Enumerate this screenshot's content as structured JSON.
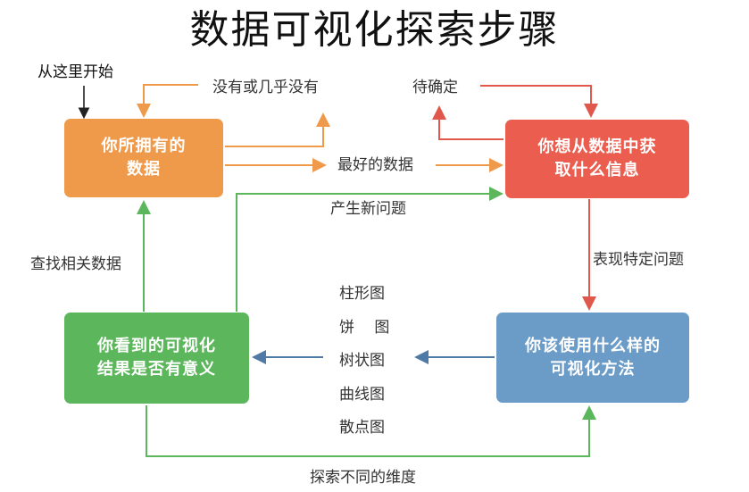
{
  "title": "数据可视化探索步骤",
  "start_label": "从这里开始",
  "boxes": {
    "data": {
      "line1": "你所拥有的",
      "line2": "数据",
      "color": "#ef9a4b"
    },
    "info": {
      "line1": "你想从数据中获",
      "line2": "取什么信息",
      "color": "#ea5d4f"
    },
    "valid": {
      "line1": "你看到的可视化",
      "line2": "结果是否有意义",
      "color": "#5cb65c"
    },
    "method": {
      "line1": "你该使用什么样的",
      "line2": "可视化方法",
      "color": "#6b9bc7"
    }
  },
  "edges": {
    "none_or_little": "没有或几乎没有",
    "best_data": "最好的数据",
    "tbd": "待确定",
    "new_question": "产生新问题",
    "specific_question": "表现特定问题",
    "find_related": "查找相关数据",
    "explore_dimensions": "探索不同的维度"
  },
  "chart_types": [
    "柱形图",
    "饼　 图",
    "树状图",
    "曲线图",
    "散点图"
  ],
  "colors": {
    "orange": "#ef9a4b",
    "red": "#e0574c",
    "green": "#5cb65c",
    "blue": "#4f7aa8",
    "black": "#222222"
  }
}
